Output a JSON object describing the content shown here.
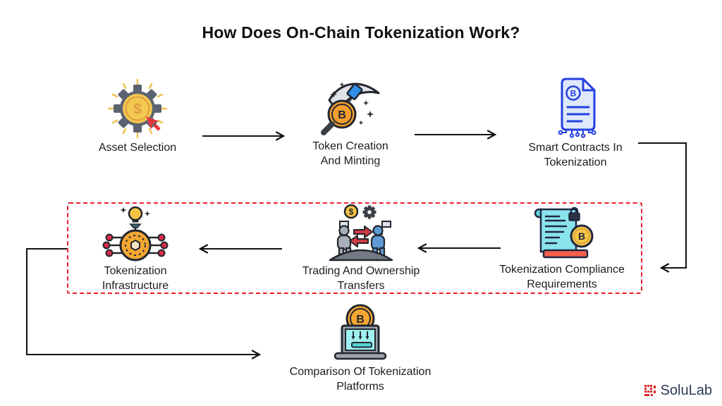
{
  "title": "How Does On-Chain Tokenization Work?",
  "steps": [
    {
      "id": "asset-selection",
      "label": "Asset Selection",
      "icon": "gear-dollar-cursor-icon"
    },
    {
      "id": "token-creation",
      "label": "Token Creation\nAnd Minting",
      "icon": "pickaxe-bitcoin-icon"
    },
    {
      "id": "smart-contracts",
      "label": "Smart Contracts In\nTokenization",
      "icon": "contract-document-icon"
    },
    {
      "id": "compliance",
      "label": "Tokenization Compliance\nRequirements",
      "icon": "compliance-scroll-icon"
    },
    {
      "id": "trading",
      "label": "Trading And Ownership\nTransfers",
      "icon": "trading-people-icon"
    },
    {
      "id": "infrastructure",
      "label": "Tokenization\nInfrastructure",
      "icon": "token-network-icon"
    },
    {
      "id": "comparison",
      "label": "Comparison Of Tokenization\nPlatforms",
      "icon": "laptop-bitcoin-icon"
    }
  ],
  "logo": {
    "text": "SoluLab"
  },
  "colors": {
    "highlight_dashed_red": "#e8212e",
    "arrow_black": "#131313",
    "logo_mark_red": "#d8232a",
    "logo_text_navy": "#2d3a55",
    "coin_yellow": "#f3c851",
    "coin_orange": "#f5a733",
    "contract_blue": "#2440e0",
    "scroll_cyan": "#8ae4eb",
    "gear_gray": "#5c6370",
    "cursor_red": "#e8373d"
  }
}
